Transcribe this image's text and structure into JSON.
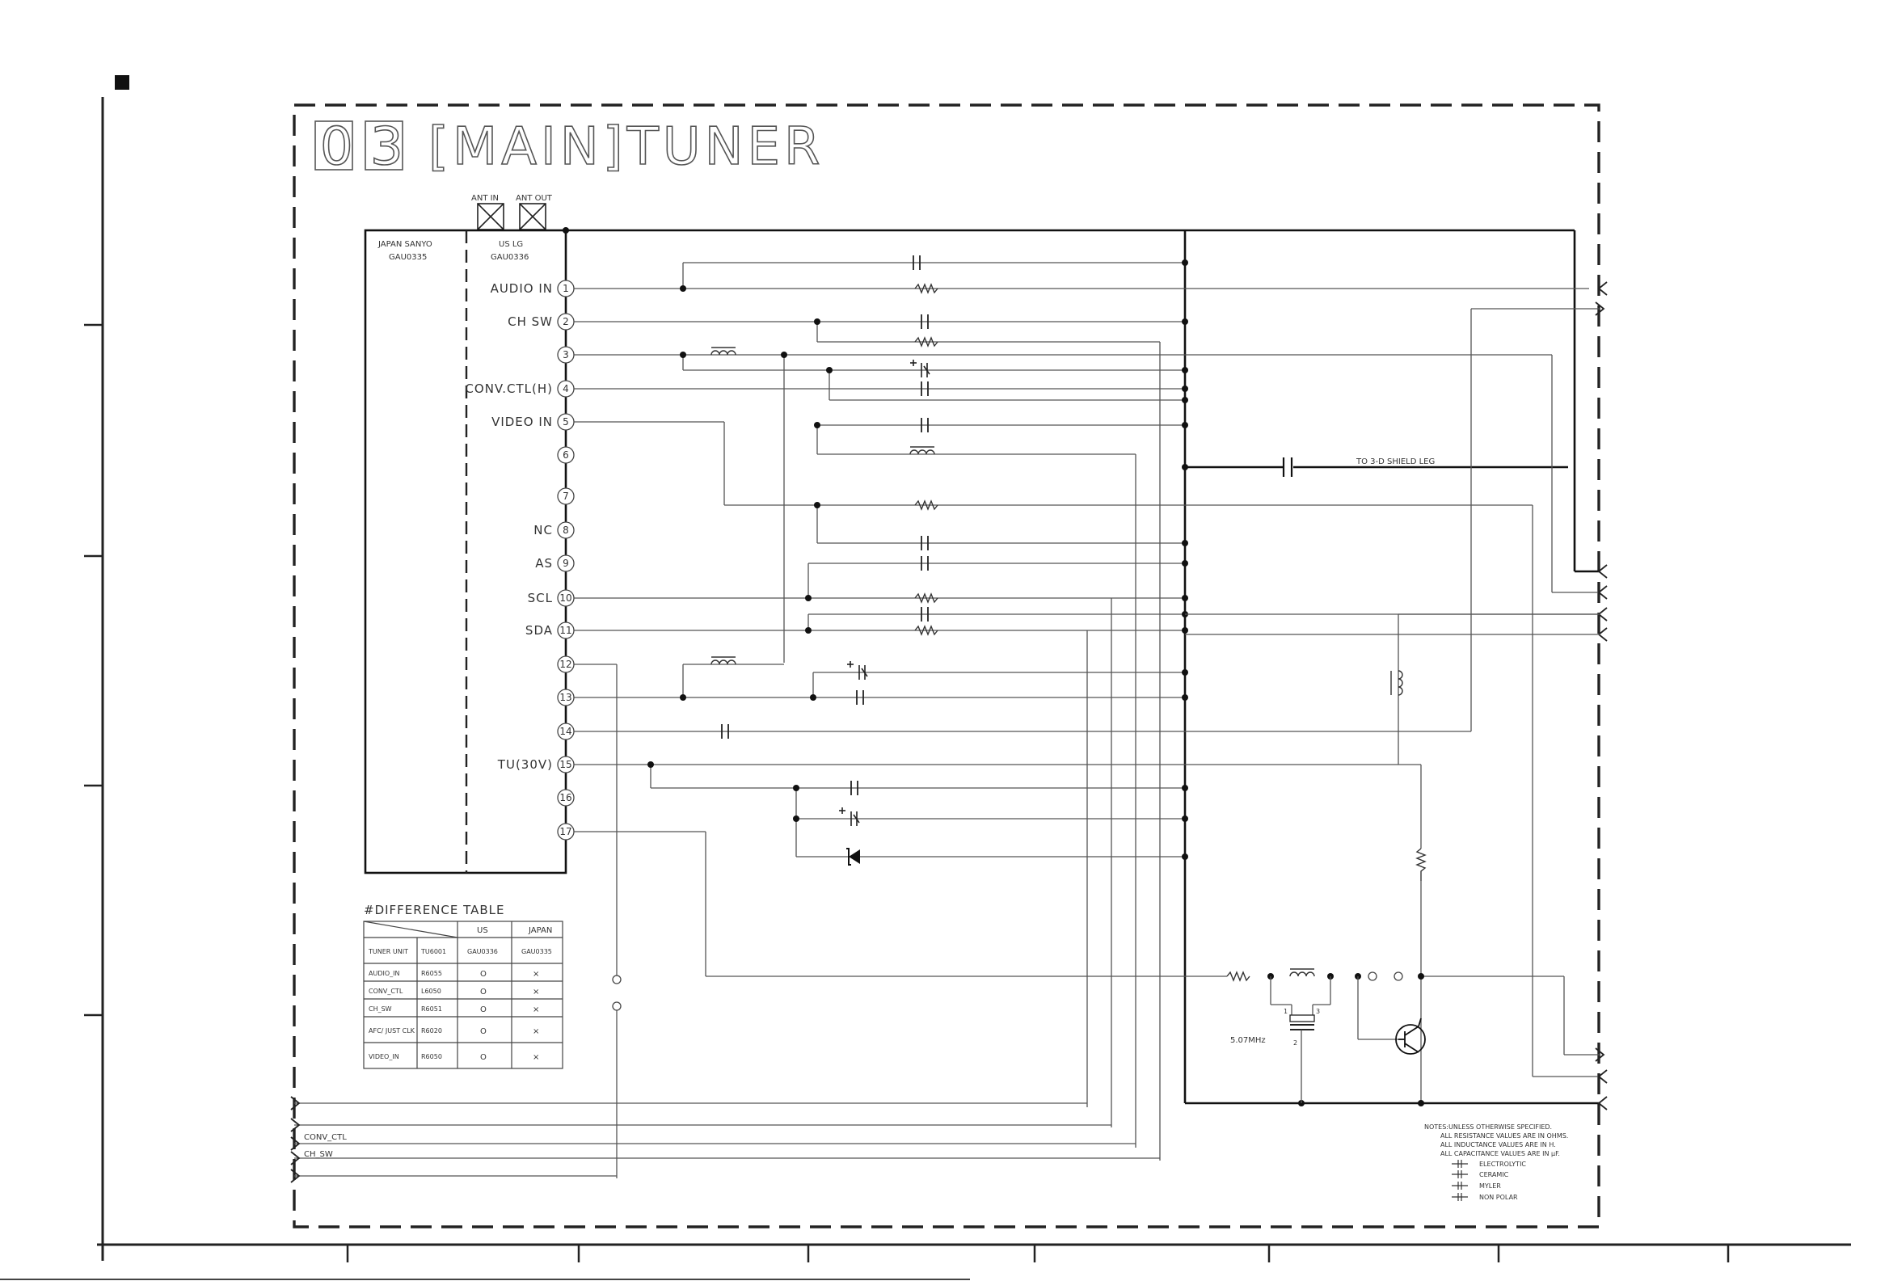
{
  "sheet": {
    "number_digits": [
      "0",
      "3"
    ],
    "title": "[MAIN]TUNER"
  },
  "connectors": {
    "ant_in": "ANT IN",
    "ant_out": "ANT OUT"
  },
  "tuner_block": {
    "japan_label": "JAPAN SANYO",
    "japan_part": "GAU0335",
    "us_label": "US LG",
    "us_part": "GAU0336"
  },
  "pins": [
    {
      "num": "1",
      "label": "AUDIO IN"
    },
    {
      "num": "2",
      "label": "CH SW"
    },
    {
      "num": "3",
      "label": ""
    },
    {
      "num": "4",
      "label": "CONV.CTL(H)"
    },
    {
      "num": "5",
      "label": "VIDEO IN"
    },
    {
      "num": "6",
      "label": ""
    },
    {
      "num": "7",
      "label": ""
    },
    {
      "num": "8",
      "label": "NC"
    },
    {
      "num": "9",
      "label": "AS"
    },
    {
      "num": "10",
      "label": "SCL"
    },
    {
      "num": "11",
      "label": "SDA"
    },
    {
      "num": "12",
      "label": ""
    },
    {
      "num": "13",
      "label": ""
    },
    {
      "num": "14",
      "label": ""
    },
    {
      "num": "15",
      "label": "TU(30V)"
    },
    {
      "num": "16",
      "label": ""
    },
    {
      "num": "17",
      "label": ""
    }
  ],
  "shield_label": "TO 3-D SHIELD LEG",
  "crystal": {
    "freq": "5.07MHz",
    "pin1": "1",
    "pin2": "2",
    "pin3": "3"
  },
  "bottom_signals": [
    "CONV_CTL",
    "CH_SW"
  ],
  "difference_table": {
    "title": "#DIFFERENCE TABLE",
    "columns": [
      "",
      "",
      "US",
      "JAPAN"
    ],
    "rows": [
      [
        "TUNER UNIT",
        "TU6001",
        "GAU0336",
        "GAU0335"
      ],
      [
        "AUDIO_IN",
        "R6055",
        "O",
        "×"
      ],
      [
        "CONV_CTL",
        "L6050",
        "O",
        "×"
      ],
      [
        "CH_SW",
        "R6051",
        "O",
        "×"
      ],
      [
        "AFC/ JUST CLK",
        "R6020",
        "O",
        "×"
      ],
      [
        "VIDEO_IN",
        "R6050",
        "O",
        "×"
      ]
    ]
  },
  "notes": {
    "header": "NOTES:UNLESS OTHERWISE SPECIFIED.",
    "lines": [
      "ALL RESISTANCE VALUES ARE IN OHMS.",
      "ALL INDUCTANCE VALUES ARE IN H.",
      "ALL CAPACITANCE VALUES ARE IN μF."
    ],
    "legend": [
      "ELECTROLYTIC",
      "CERAMIC",
      "MYLER",
      "NON POLAR"
    ]
  }
}
